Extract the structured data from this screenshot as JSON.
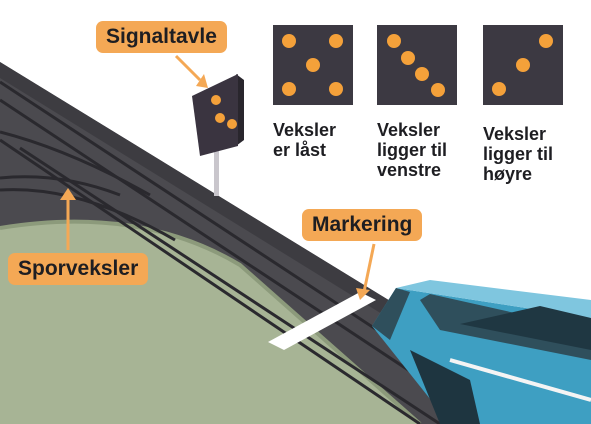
{
  "callouts": {
    "signal_board": "Signaltavle",
    "switch": "Sporveksler",
    "marking": "Markering"
  },
  "legend": [
    {
      "lines": [
        "Veksler",
        "er låst"
      ],
      "pattern": "five-dots"
    },
    {
      "lines": [
        "Veksler",
        "ligger til",
        "venstre"
      ],
      "pattern": "four-dots"
    },
    {
      "lines": [
        "Veksler",
        "ligger til",
        "høyre"
      ],
      "pattern": "three-dots"
    }
  ],
  "colors": {
    "callout": "#f4a855",
    "dot": "#f4a13a",
    "panel": "#3c3942",
    "track_bed": "#4b4a4f",
    "grass": "#a7b495",
    "train": "#3e9fc2",
    "marking_line": "#ffffff"
  }
}
